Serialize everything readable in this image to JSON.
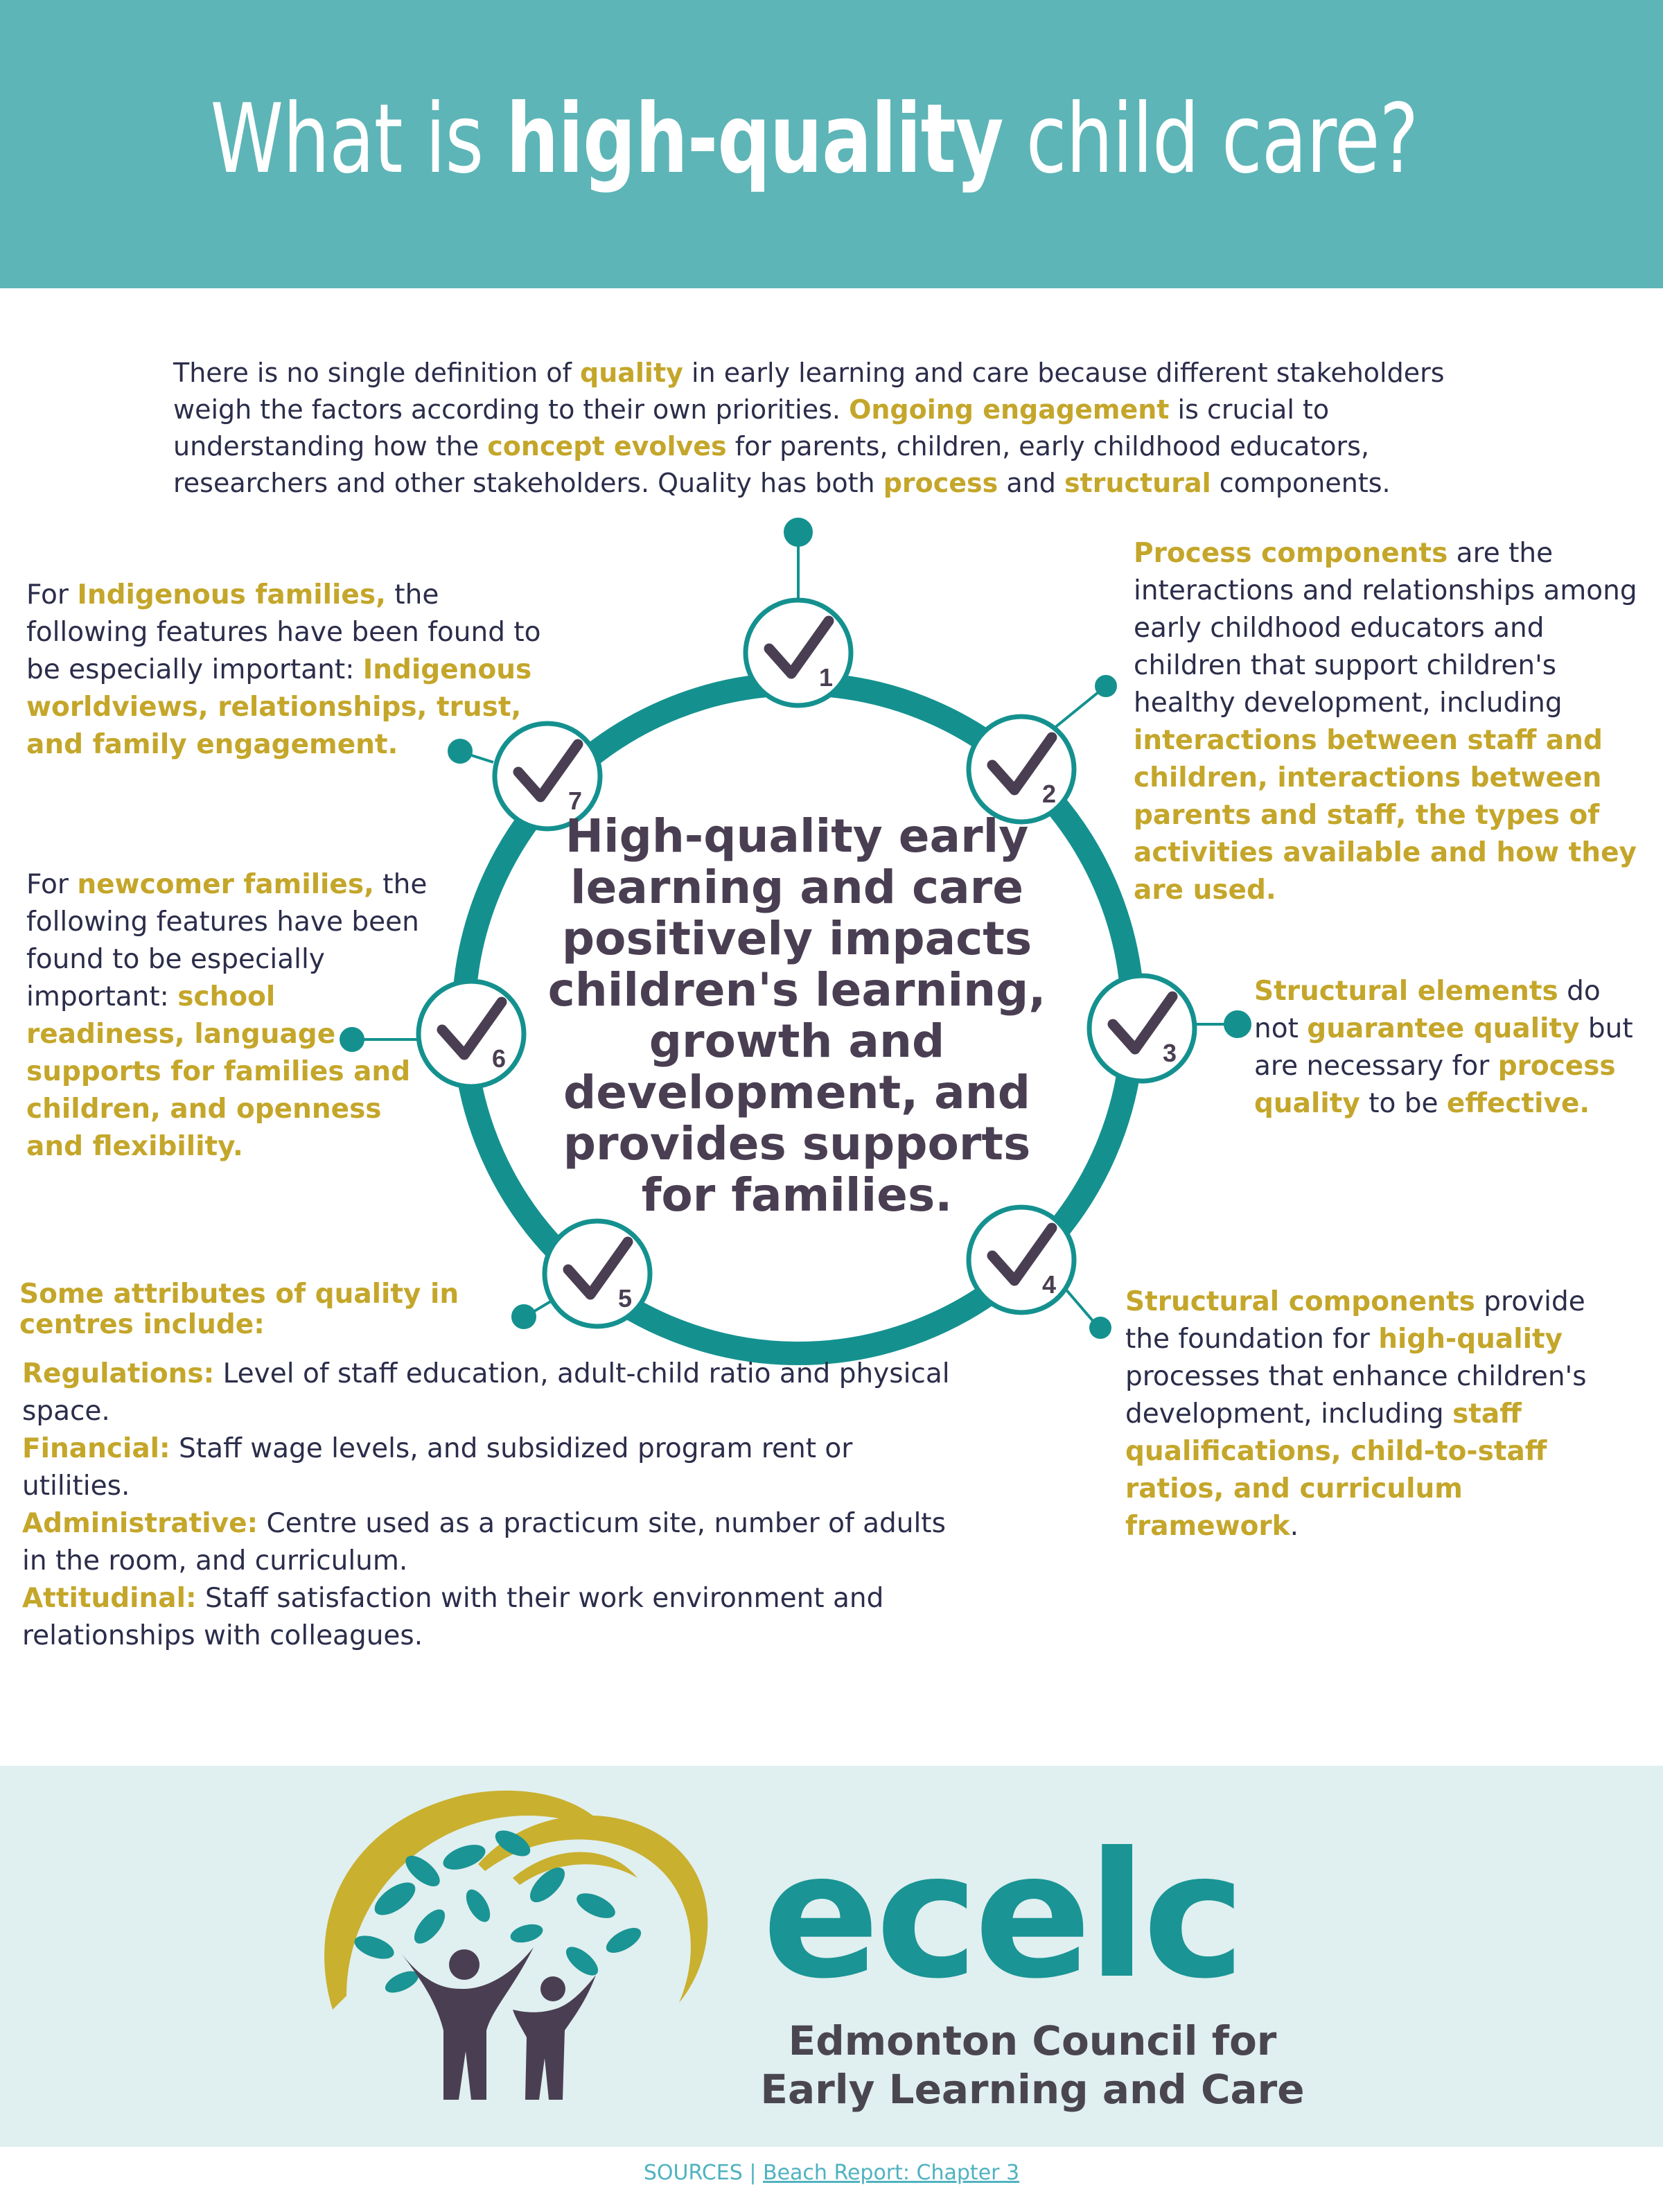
{
  "header": {
    "title_pre": "What is ",
    "title_bold": "high-quality",
    "title_post": " child care?"
  },
  "intro": {
    "t1": "There is no single definition of ",
    "h1": "quality",
    "t2": " in early learning and care because different stakeholders weigh the factors according to their own priorities. ",
    "h2": "Ongoing engagement",
    "t3": " is crucial to understanding how the ",
    "h3": "concept evolves",
    "t4": " for parents, children, early childhood educators, researchers and other stakeholders. Quality has both ",
    "h4": "process",
    "t5": " and ",
    "h5": "structural",
    "t6": " components."
  },
  "wheel": {
    "center_text": "High-quality early learning and care positively impacts children's learning, growth and development, and provides supports for families.",
    "numbers": [
      "1",
      "2",
      "3",
      "4",
      "5",
      "6",
      "7"
    ],
    "color_ring": "#14918f",
    "color_check": "#4a3f52"
  },
  "indigenous": {
    "t1": "For ",
    "h1": "Indigenous families,",
    "t2": " the following features have been found to be especially  important: ",
    "h2": "Indigenous worldviews, relationships, trust, and family engagement."
  },
  "process": {
    "h1": "Process components",
    "t1": " are the interactions and relationships among early childhood educators and children that support children's healthy development, including ",
    "h2": "interactions between staff and children, interactions between parents and staff, the types of activities available and how they are used."
  },
  "newcomer": {
    "t1": "For ",
    "h1": "newcomer families,",
    "t2": " the following features have been found to be especially important: ",
    "h2": "school readiness, language supports for families and children, and openness and flexibility."
  },
  "structural_elements": {
    "h1": "Structural elements",
    "t1": " do not ",
    "h2": "guarantee quality",
    "t2": " but are necessary for ",
    "h3": "process quality",
    "t3": " to be ",
    "h4": "effective."
  },
  "structural_components": {
    "h1": "Structural components",
    "t1": " provide the foundation for ",
    "h2": "high-quality",
    "t2": " processes that enhance children's development, including ",
    "h3": "staff qualifications, child-to-staff ratios, and curriculum framework",
    "t3": "."
  },
  "attributes": {
    "title": "Some attributes of quality in centres include:",
    "items": [
      {
        "label": "Regulations:",
        "text": " Level of staff education, adult-child ratio and physical space."
      },
      {
        "label": "Financial:",
        "text": " Staff wage levels, and subsidized program rent or utilities."
      },
      {
        "label": "Administrative:",
        "text": " Centre used as a practicum site, number of adults in the room, and curriculum."
      },
      {
        "label": "Attitudinal:",
        "text": " Staff satisfaction with their work environment and relationships with colleagues."
      }
    ]
  },
  "footer": {
    "logo_word": "ecelc",
    "org_line1": "Edmonton Council for",
    "org_line2": "Early Learning and Care",
    "sources_label": "SOURCES  | ",
    "sources_link": "Beach Report: Chapter 3"
  },
  "colors": {
    "header_bg": "#5db5b7",
    "highlight": "#c4a62a",
    "body_text": "#2b2d4a",
    "footer_bg": "#e0eff0",
    "brand_teal": "#1a9494",
    "brand_gold": "#c9b02e"
  }
}
